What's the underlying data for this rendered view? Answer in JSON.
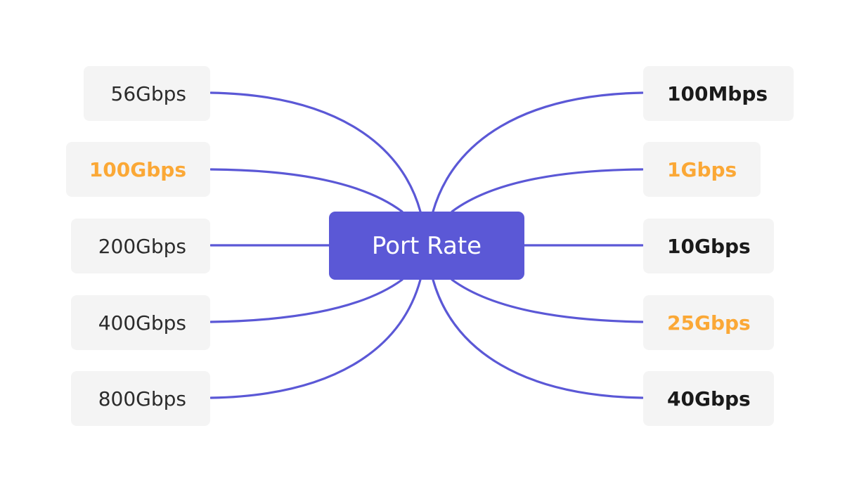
{
  "theme": {
    "line_color": "#5b58d6",
    "center_bg": "#5b58d6",
    "center_text": "#ffffff",
    "dark_text": "#2b2b2b",
    "bold_text": "#1a1a1a",
    "highlight_text": "#fba836"
  },
  "center": {
    "label": "Port Rate"
  },
  "left_nodes": [
    {
      "label": "56Gbps",
      "style": "normal",
      "highlight": false
    },
    {
      "label": "100Gbps",
      "style": "bold",
      "highlight": true
    },
    {
      "label": "200Gbps",
      "style": "normal",
      "highlight": false
    },
    {
      "label": "400Gbps",
      "style": "normal",
      "highlight": false
    },
    {
      "label": "800Gbps",
      "style": "normal",
      "highlight": false
    }
  ],
  "right_nodes": [
    {
      "label": "100Mbps",
      "style": "bold",
      "highlight": false
    },
    {
      "label": "1Gbps",
      "style": "bold",
      "highlight": true
    },
    {
      "label": "10Gbps",
      "style": "bold",
      "highlight": false
    },
    {
      "label": "25Gbps",
      "style": "bold",
      "highlight": true
    },
    {
      "label": "40Gbps",
      "style": "bold",
      "highlight": false
    }
  ]
}
